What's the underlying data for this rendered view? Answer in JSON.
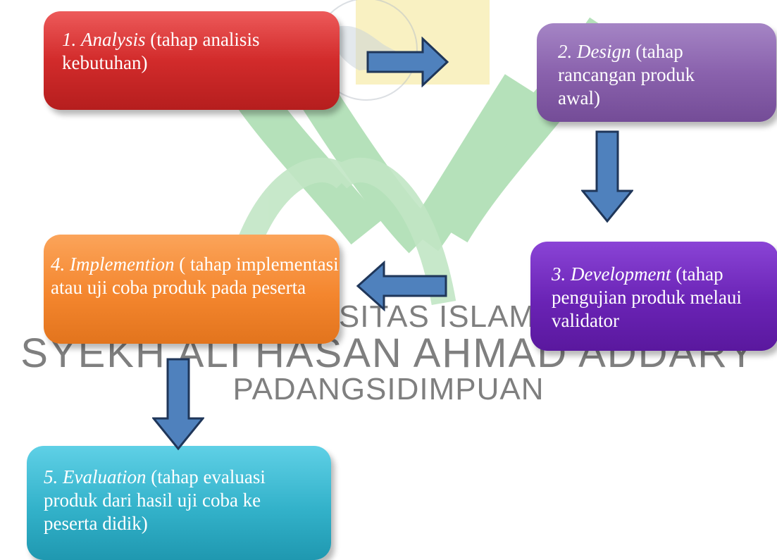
{
  "watermark": {
    "line1": "UNIVERSITAS ISLAM NEGERI",
    "line2": "SYEKH ALI HASAN AHMAD ADDARY",
    "line3": "PADANGSIDIMPUAN"
  },
  "steps": [
    {
      "number": "1.",
      "name": "Analysis",
      "desc": "(tahap analisis kebutuhan)",
      "color": "#d22b2b"
    },
    {
      "number": "2.",
      "name": "Design",
      "desc": "(tahap rancangan produk awal)",
      "color": "#8a62ad"
    },
    {
      "number": "3.",
      "name": "Development",
      "desc": "(tahap pengujian produk melaui validator",
      "color": "#6a23b5"
    },
    {
      "number": "4.",
      "name": "Implemention",
      "desc": "( tahap implementasi atau uji coba produk pada peserta",
      "color": "#f4862e"
    },
    {
      "number": "5.",
      "name": "Evaluation",
      "desc": "(tahap evaluasi produk dari hasil uji coba ke peserta didik)",
      "color": "#33b2ca"
    }
  ],
  "arrows": [
    {
      "from": "1",
      "to": "2",
      "direction": "right"
    },
    {
      "from": "2",
      "to": "3",
      "direction": "down"
    },
    {
      "from": "3",
      "to": "4",
      "direction": "left"
    },
    {
      "from": "4",
      "to": "5",
      "direction": "down"
    }
  ],
  "colors": {
    "arrow_fill": "#4f81bd",
    "arrow_stroke": "#1f3659",
    "watermark_green": "#3aa844",
    "watermark_yellow": "#f5e47a"
  }
}
